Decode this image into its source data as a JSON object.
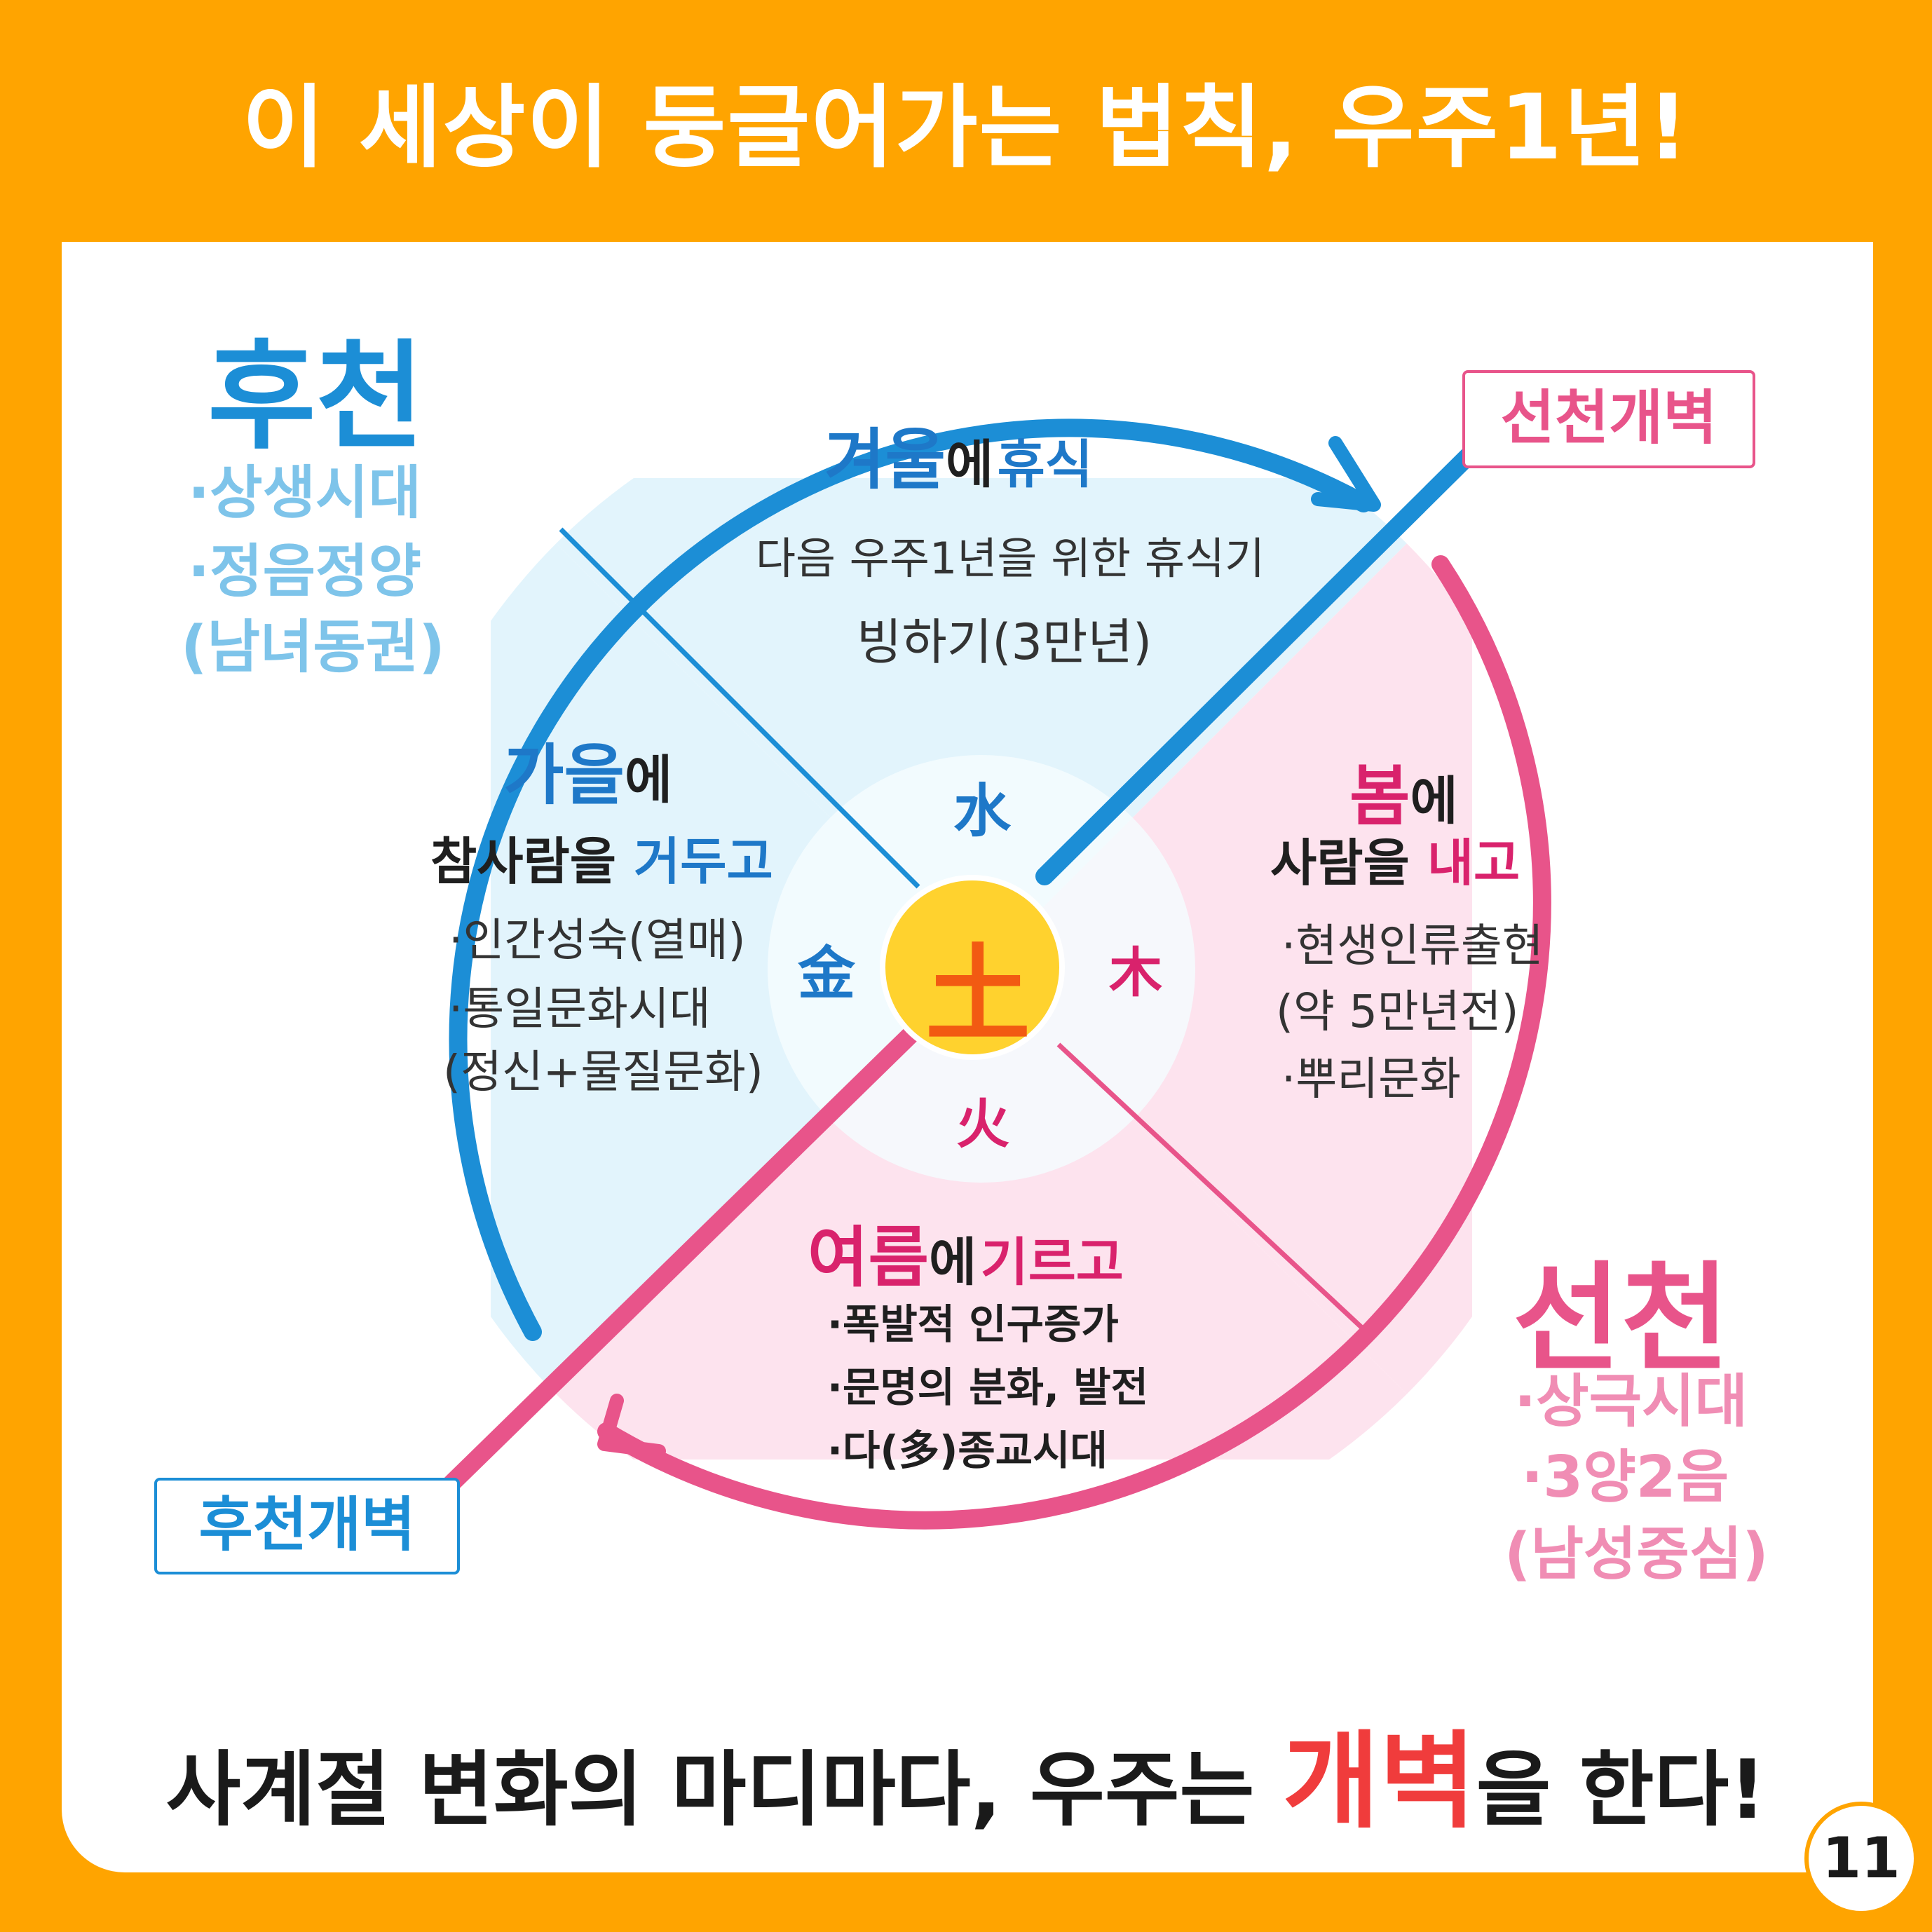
{
  "title": "이 세상이 둥글어가는 법칙, 우주1년!",
  "left_era": {
    "heading": "후천",
    "items": [
      "·상생시대",
      "·정음정양",
      "(남녀동권)"
    ]
  },
  "right_era": {
    "heading": "선천",
    "items": [
      "·상극시대",
      "·3양2음",
      "(남성중심)"
    ]
  },
  "labels": {
    "seoncheon_gaebyeok": "선천개벽",
    "hucheon_gaebyeok": "후천개벽"
  },
  "winter": {
    "season": "겨울",
    "particle": "에",
    "action": "휴식",
    "lines": [
      "다음 우주1년을 위한 휴식기",
      "빙하기(3만년)"
    ]
  },
  "autumn": {
    "season": "가을",
    "particle": "에",
    "line_pre": "참사람을",
    "action": "거두고",
    "items": [
      "·인간성숙(열매)",
      "·통일문화시대",
      "(정신+물질문화)"
    ]
  },
  "spring": {
    "season": "봄",
    "particle": "에",
    "line_pre": "사람을",
    "action": "내고",
    "items": [
      "·현생인류출현",
      "(약 5만년전)",
      "·뿌리문화"
    ]
  },
  "summer": {
    "season": "여름",
    "particle": "에",
    "action": "기르고",
    "items": [
      "·폭발적 인구증가",
      "·문명의 분화, 발전",
      "·다(多)종교시대"
    ]
  },
  "elements": {
    "center": "土",
    "top": "水",
    "left": "金",
    "right": "木",
    "bottom": "火"
  },
  "bottom": {
    "pre": "사계절 변화의 마디마다, 우주는",
    "highlight": "개벽",
    "post": "을 한다!"
  },
  "page_number": "11",
  "colors": {
    "background": "#FFA400",
    "blue": "#1C8ED6",
    "pink": "#E8548A",
    "highlight": "#F03C3C",
    "center": "#FFD22E"
  }
}
